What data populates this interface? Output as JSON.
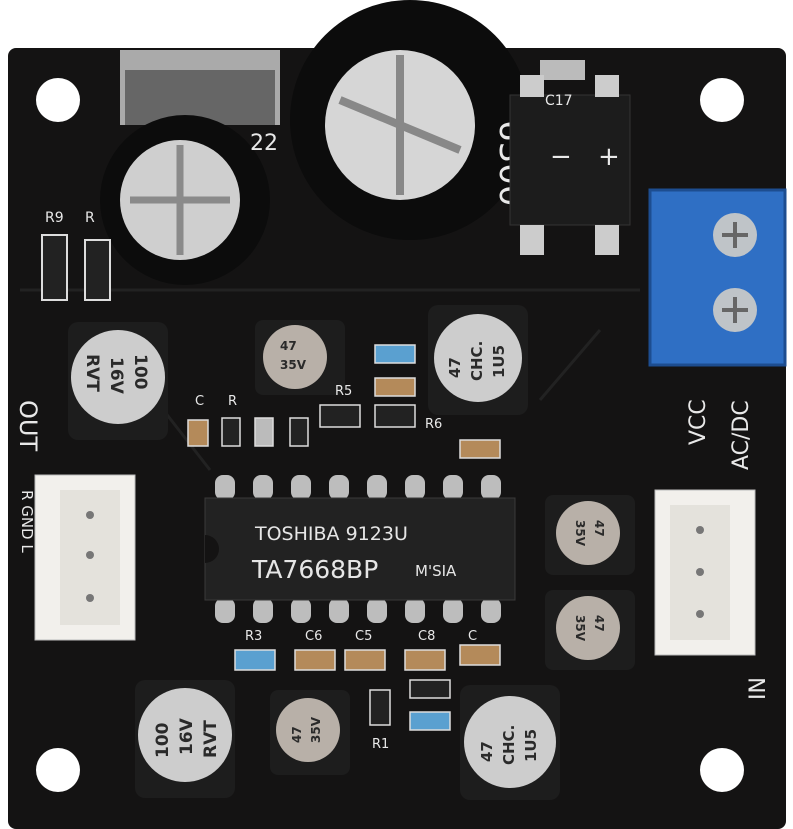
{
  "board": {
    "labels": {
      "out": "OUT",
      "out_pins": "R GND L",
      "vcc": "VCC",
      "acdc": "AC/DC",
      "in": "IN",
      "r9": "R9",
      "r": "R",
      "c17": "C17",
      "r5": "R5",
      "r6": "R6",
      "r3": "R3",
      "c6": "C6",
      "c5": "C5",
      "c8": "C8",
      "c": "C",
      "r1": "R1",
      "plus": "+",
      "minus": "−"
    },
    "ic": {
      "line1": "TOSHIBA 9123U",
      "line2": "TA7668BP",
      "line3": "M'SIA"
    },
    "capacitors": {
      "big_100": [
        "100",
        "16V",
        "RVT"
      ],
      "big_47": [
        "47",
        "CHC.",
        "1U5"
      ],
      "small_47": [
        "47",
        "35V"
      ],
      "top_large": "6300",
      "top_mid": "22"
    },
    "colors": {
      "board": "#141313",
      "terminal": "#2f6fc4",
      "connector": "#f2f0ec"
    }
  }
}
